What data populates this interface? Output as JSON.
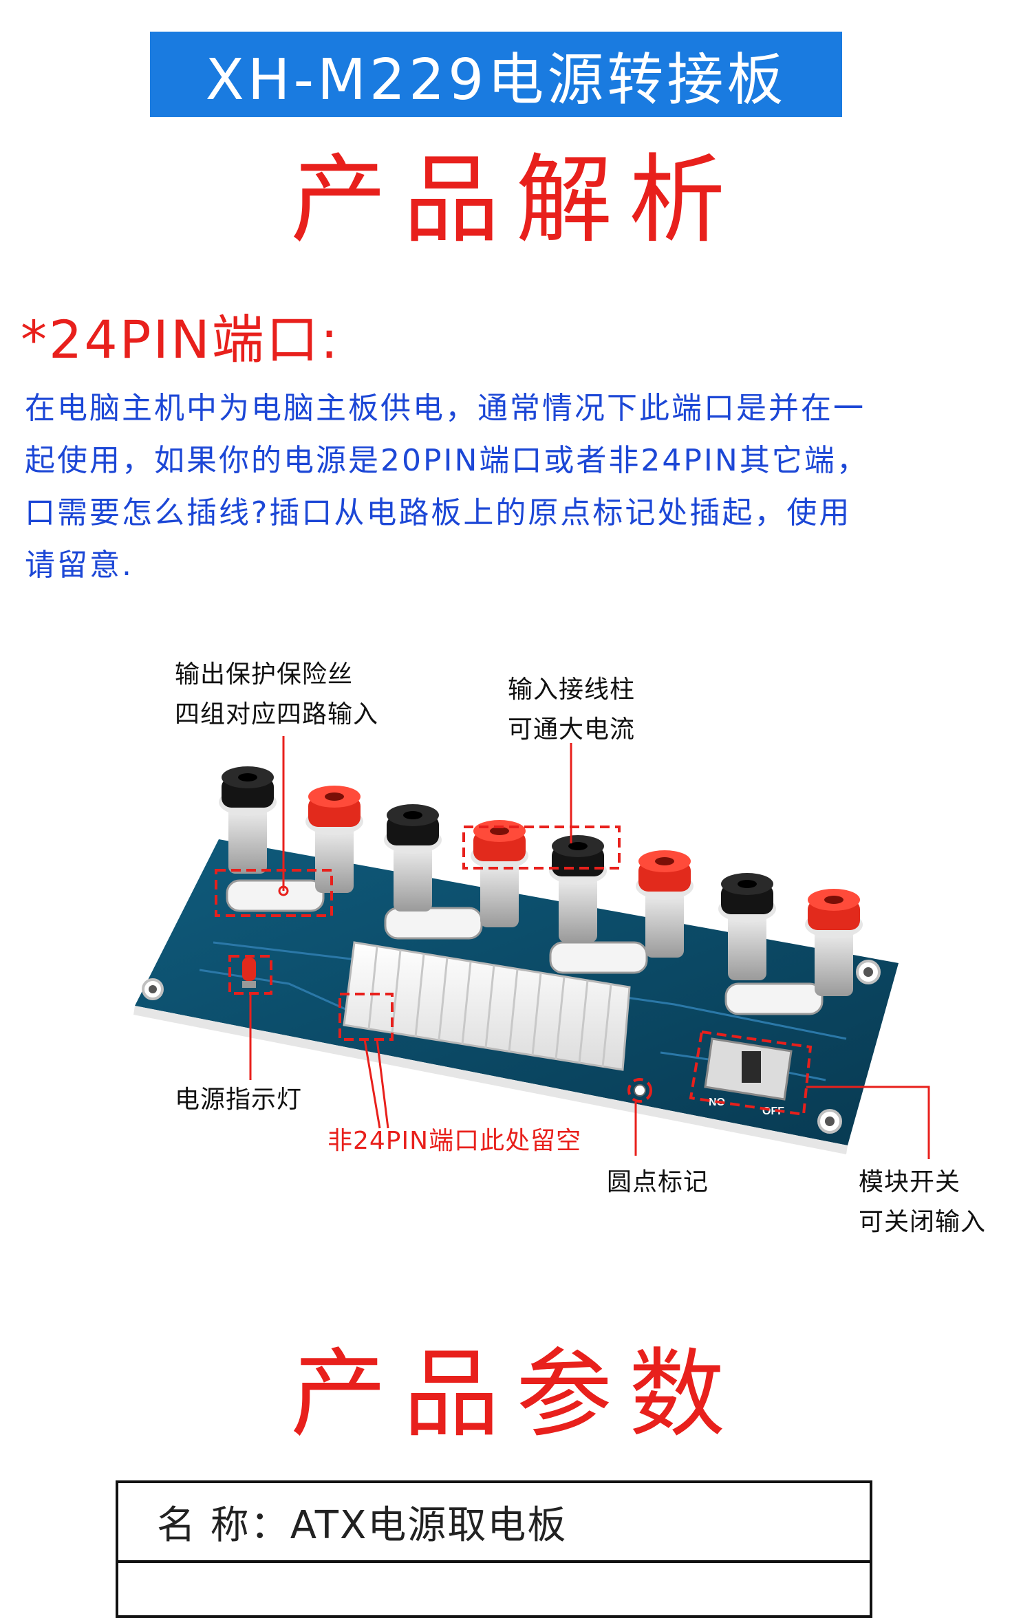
{
  "banner": {
    "title": "XH-M229电源转接板"
  },
  "analysis": {
    "title": "产品解析"
  },
  "pin_section": {
    "heading": "*24PIN端口:",
    "lines": [
      "在电脑主机中为电脑主板供电，通常情况下此端口是并在一",
      "起使用，如果你的电源是20PIN端口或者非24PIN其它端，",
      "口需要怎么插线?插口从电路板上的原点标记处插起，使用",
      "请留意."
    ]
  },
  "callouts": {
    "fuse": [
      "输出保护保险丝",
      "四组对应四路输入"
    ],
    "terminal": [
      "输入接线柱",
      "可通大电流"
    ],
    "led": "电源指示灯",
    "empty_slot": "非24PIN端口此处留空",
    "dot_mark": "圆点标记",
    "switch": [
      "模块开关",
      "可关闭输入"
    ]
  },
  "board_marks": {
    "switch_on": "NO",
    "switch_off": "OFF"
  },
  "params": {
    "title": "产品参数"
  },
  "spec_table": {
    "rows": [
      {
        "text": "名 称：ATX电源取电板"
      }
    ]
  },
  "colors": {
    "banner_bg": "#1a7be0",
    "title_red": "#e8201c",
    "body_blue": "#1c47d6",
    "pcb_blue": "#0b4a66",
    "terminal_red": "#e22a1c",
    "terminal_black": "#111111"
  }
}
